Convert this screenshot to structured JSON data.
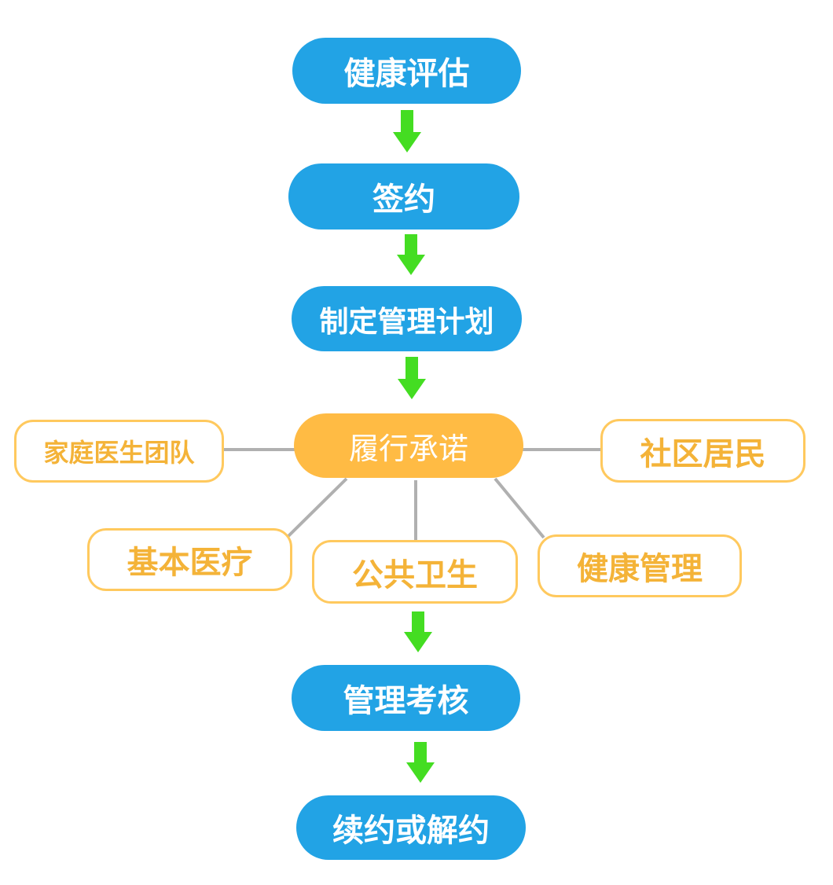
{
  "steps": {
    "assess": "健康评估",
    "sign": "签约",
    "plan": "制定管理计划",
    "fulfill": "履行承诺",
    "review": "管理考核",
    "renew": "续约或解约"
  },
  "participants": {
    "doctor_team": "家庭医生团队",
    "residents": "社区居民"
  },
  "services": {
    "basic_medical": "基本医疗",
    "public_health": "公共卫生",
    "health_management": "健康管理"
  },
  "colors": {
    "step_fill": "#22a3e5",
    "hub_fill": "#ffbb44",
    "leaf_border": "#ffc95e",
    "leaf_text": "#f4b338",
    "arrow": "#44dd22",
    "connector": "#b0b0b0"
  }
}
